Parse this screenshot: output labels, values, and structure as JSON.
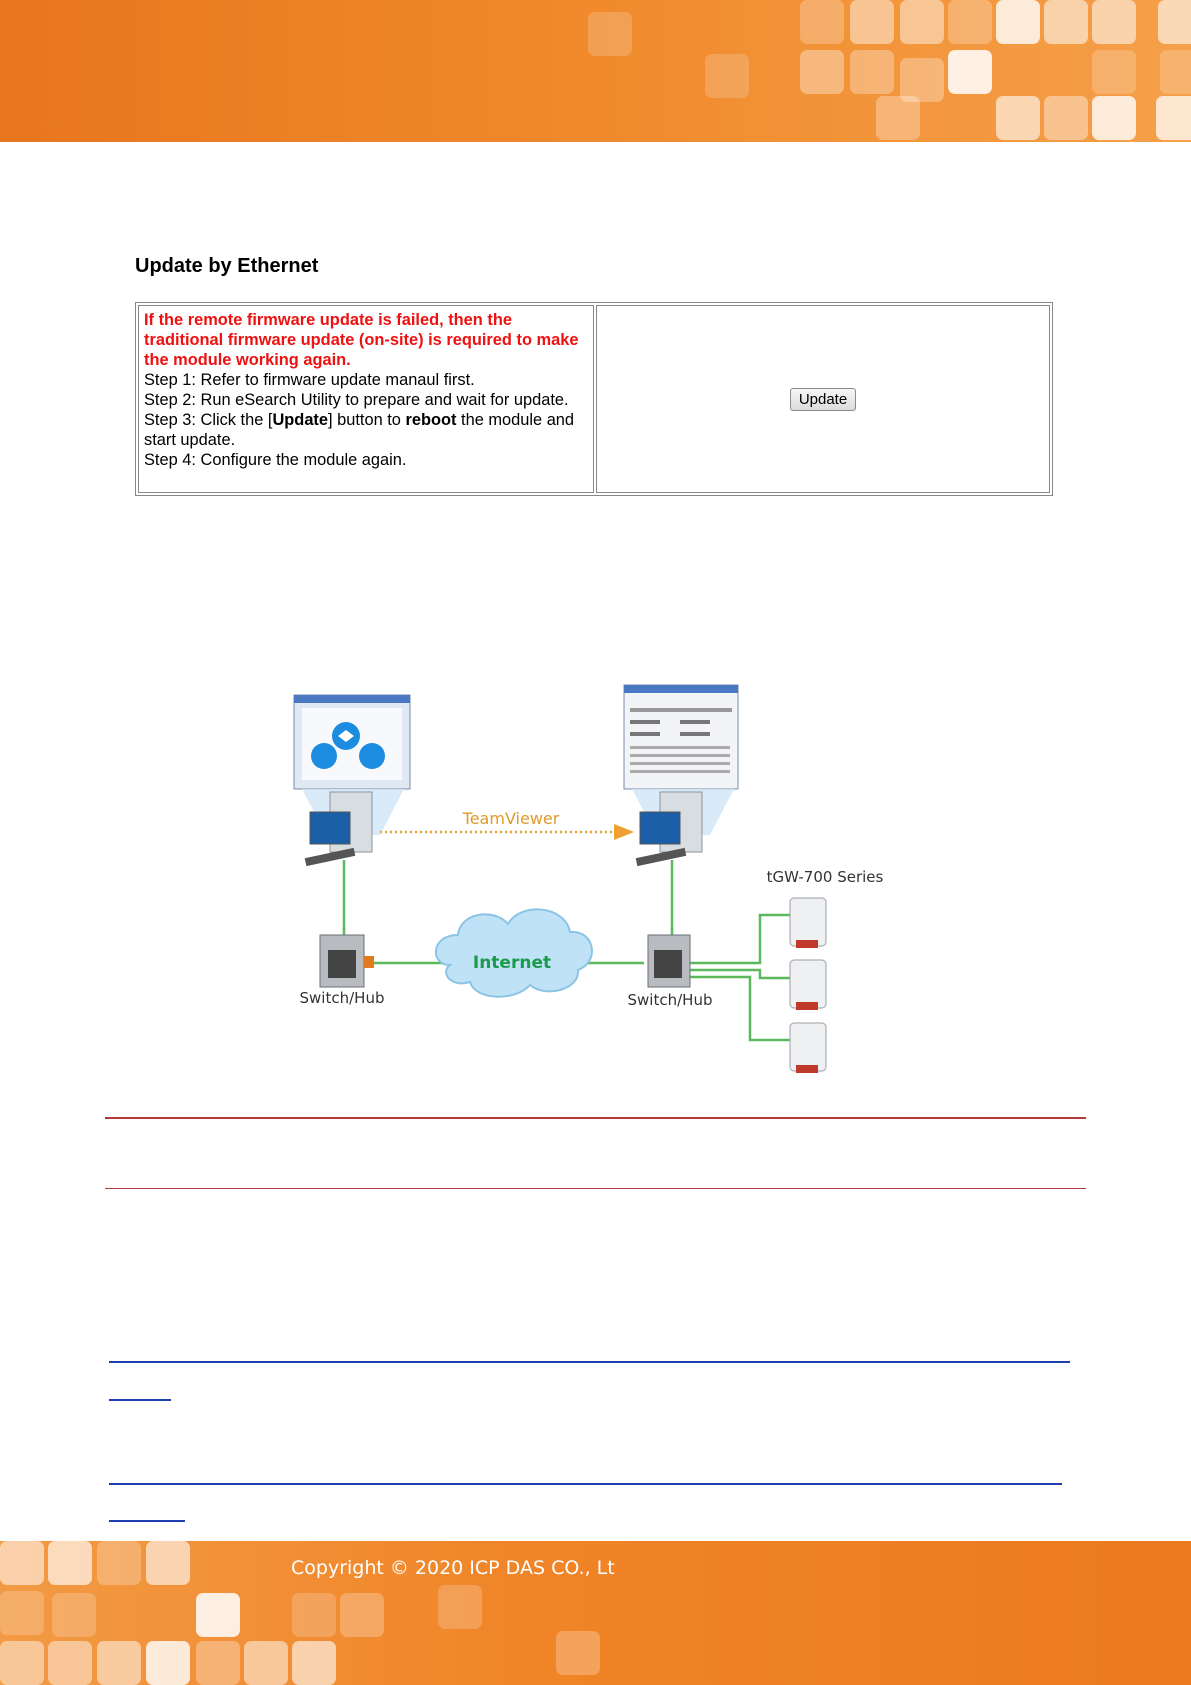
{
  "section": {
    "title": "Update by Ethernet"
  },
  "update_panel": {
    "warning": "If the remote firmware update is failed, then the traditional firmware update (on-site) is required to make the module working again.",
    "step1": "Step 1: Refer to firmware update manaul first.",
    "step2": "Step 2: Run eSearch Utility to prepare and wait for update.",
    "step3_prefix": "Step 3: Click the [",
    "step3_update": "Update",
    "step3_middle": "] button to ",
    "step3_reboot": "reboot",
    "step3_suffix": " the module and start update.",
    "step4": "Step 4: Configure the module again.",
    "button_label": "Update"
  },
  "diagram": {
    "teamviewer_label": "TeamViewer",
    "internet_label": "Internet",
    "switch_left_label": "Switch/Hub",
    "switch_right_label": "Switch/Hub",
    "series_label": "tGW-700 Series"
  },
  "footer": {
    "copyright": "Copyright © 2020 ICP DAS CO., Lt"
  },
  "colors": {
    "accent_orange": "#f08a2c",
    "warning_red": "#ee1111",
    "rule_red": "#b33a3a",
    "link_blue": "#1f3fb0",
    "cable_green": "#5cb85c"
  }
}
